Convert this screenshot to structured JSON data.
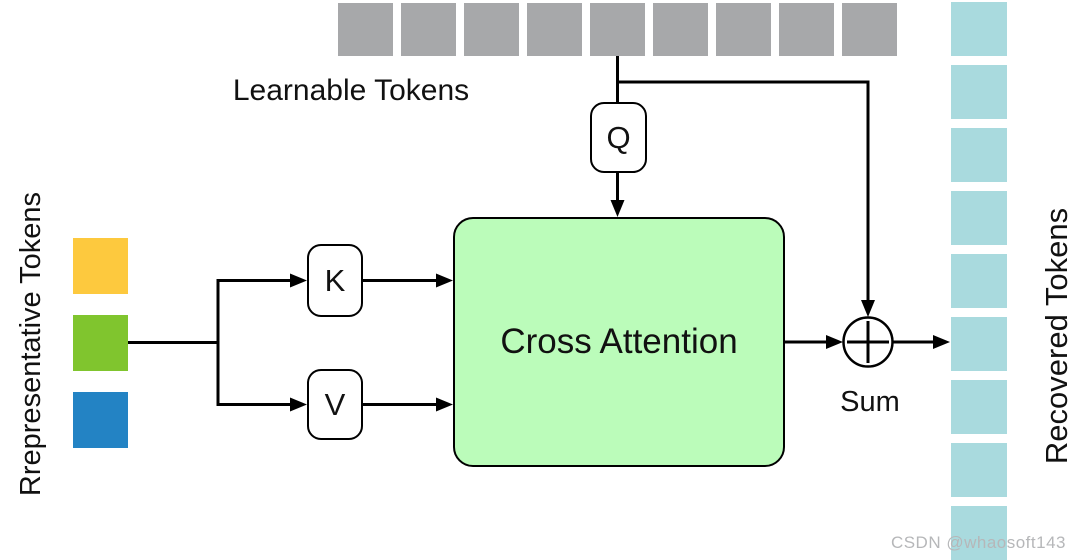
{
  "diagram": {
    "labels": {
      "learnable": "Learnable Tokens",
      "representative": "Rrepresentative Tokens",
      "recovered": "Recovered Tokens",
      "attention": "Cross Attention",
      "q": "Q",
      "k": "K",
      "v": "V",
      "sum": "Sum"
    },
    "watermark": "CSDN @whaosoft143",
    "tokens": {
      "learnable": {
        "count": 9,
        "color": "#a7a8aa",
        "name": "learnable-token"
      },
      "recovered": {
        "count": 9,
        "color": "#a9dade",
        "name": "recovered-token"
      },
      "representative": {
        "colors": [
          "#fdc93e",
          "#80c52e",
          "#2383c4"
        ],
        "name": "representative-token"
      }
    },
    "colors": {
      "attention_fill": "#bbfcba",
      "line": "#000000",
      "watermark_text": "#b6b7b9"
    }
  }
}
